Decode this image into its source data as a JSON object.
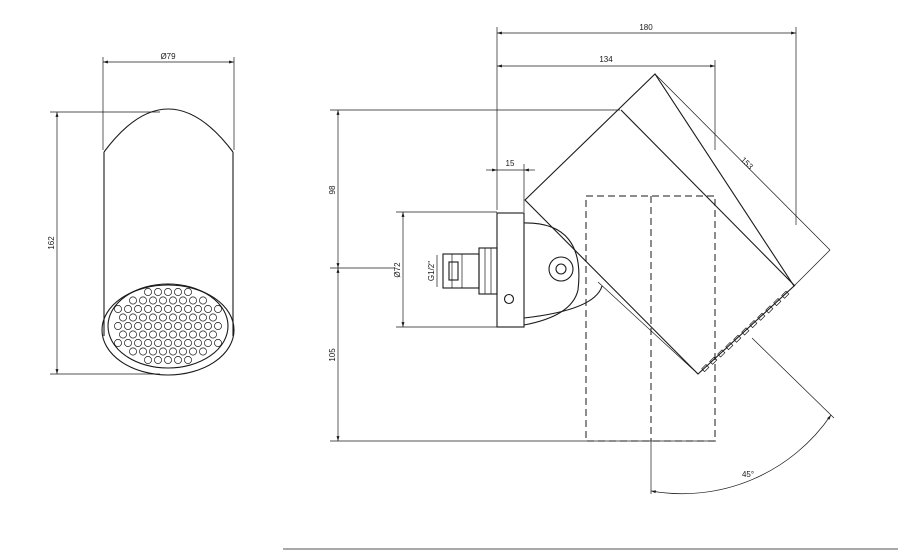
{
  "dimensions": {
    "dia79": "Ø79",
    "h162": "162",
    "w180": "180",
    "w134": "134",
    "w15": "15",
    "l153": "153",
    "h98": "98",
    "h105": "105",
    "dia72": "Ø72",
    "thread": "G1/2\"",
    "angle": "45°"
  },
  "colors": {
    "line": "#1a1a1a",
    "background": "#ffffff"
  }
}
